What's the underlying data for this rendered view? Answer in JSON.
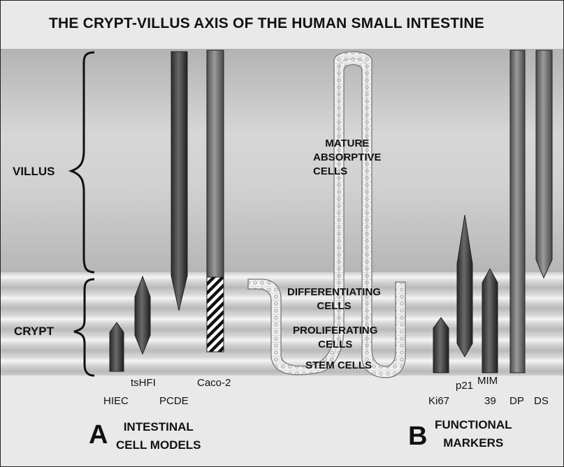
{
  "title": "THE CRYPT-VILLUS AXIS OF THE HUMAN SMALL INTESTINE",
  "regions": {
    "villus": "VILLUS",
    "crypt": "CRYPT"
  },
  "cell_zones": {
    "mature": [
      "MATURE",
      "ABSORPTIVE",
      "CELLS"
    ],
    "differentiating": [
      "DIFFERENTIATING",
      "CELLS"
    ],
    "proliferating": [
      "PROLIFERATING",
      "CELLS"
    ],
    "stem": "STEM CELLS"
  },
  "cell_models": [
    "HIEC",
    "tsHFI",
    "PCDE",
    "Caco-2"
  ],
  "functional_markers": [
    "Ki67",
    "p21",
    "MIM",
    "39",
    "DP",
    "DS"
  ],
  "panel_a": {
    "letter": "A",
    "line1": "INTESTINAL",
    "line2": "CELL MODELS"
  },
  "panel_b": {
    "letter": "B",
    "line1": "FUNCTIONAL",
    "line2": "MARKERS"
  }
}
